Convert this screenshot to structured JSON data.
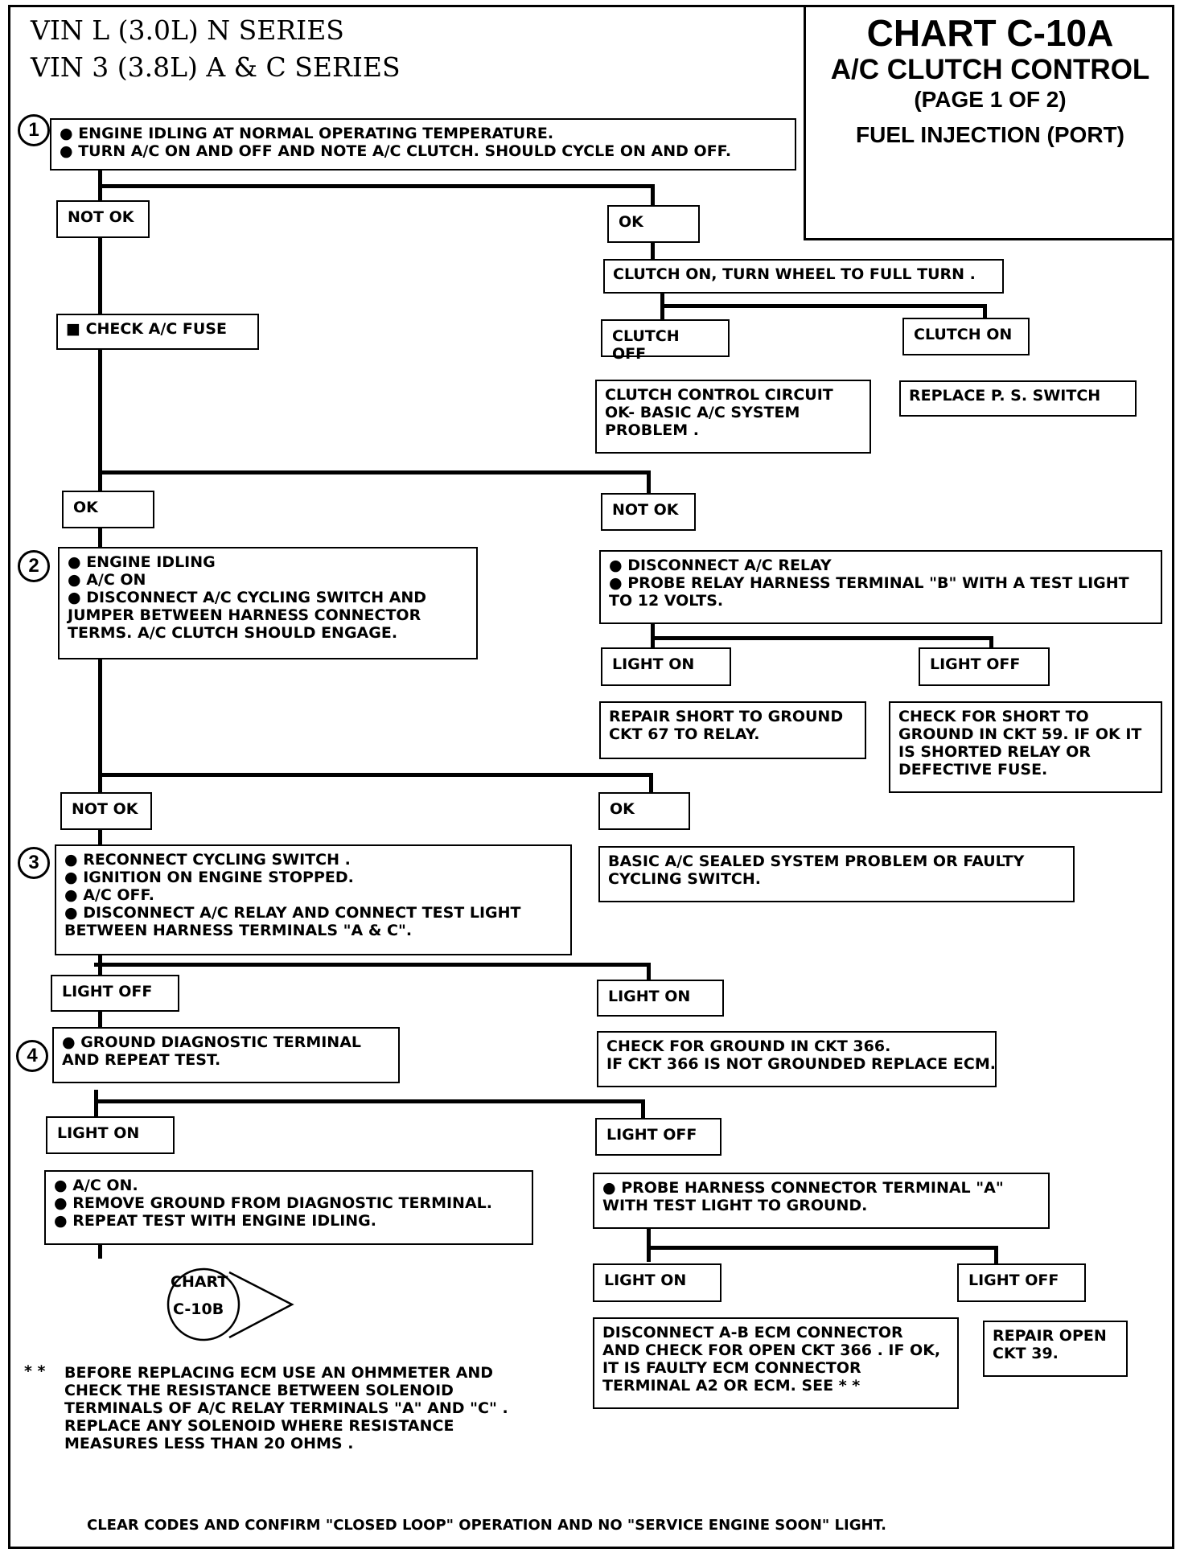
{
  "header": {
    "series_line_1": "VIN  L  (3.0L)  N  SERIES",
    "series_line_2": "VIN  3  (3.8L)  A  &  C  SERIES"
  },
  "chart": {
    "number": "CHART C-10A",
    "name": "A/C CLUTCH CONTROL",
    "page": "(PAGE 1 OF 2)",
    "system": "FUEL INJECTION (PORT)"
  },
  "steps": [
    "1",
    "2",
    "3",
    "4"
  ],
  "nodes": {
    "step1": [
      "● ENGINE IDLING AT NORMAL OPERATING TEMPERATURE.",
      "● TURN A/C ON AND OFF AND NOTE A/C CLUTCH.  SHOULD CYCLE ON AND OFF."
    ],
    "s1_notok": "NOT OK",
    "s1_ok": "OK",
    "clutch_on_turn": "CLUTCH ON, TURN WHEEL TO FULL TURN .",
    "clutch_off": "CLUTCH OFF",
    "clutch_on": "CLUTCH ON",
    "clutch_ok_result": [
      "CLUTCH CONTROL CIRCUIT",
      "OK- BASIC A/C SYSTEM",
      "PROBLEM ."
    ],
    "replace_ps": "REPLACE P. S. SWITCH",
    "check_fuse": "■ CHECK A/C FUSE",
    "fuse_ok": "OK",
    "fuse_notok": "NOT OK",
    "step2": [
      "● ENGINE IDLING",
      "● A/C ON",
      "● DISCONNECT A/C CYCLING SWITCH AND",
      "   JUMPER BETWEEN HARNESS CONNECTOR",
      "   TERMS.  A/C CLUTCH SHOULD ENGAGE."
    ],
    "relay_probe": [
      "● DISCONNECT A/C RELAY",
      "● PROBE RELAY HARNESS TERMINAL \"B\" WITH A TEST LIGHT",
      "   TO 12  VOLTS."
    ],
    "relay_light_on": "LIGHT ON",
    "relay_light_off": "LIGHT OFF",
    "repair_short": [
      "REPAIR SHORT TO GROUND",
      "CKT 67 TO RELAY."
    ],
    "check_short": [
      "CHECK FOR SHORT TO",
      "GROUND IN CKT 59. IF OK IT",
      "IS SHORTED RELAY OR",
      "DEFECTIVE FUSE."
    ],
    "s2_notok": "NOT OK",
    "s2_ok": "OK",
    "basic_sealed": [
      "BASIC A/C SEALED SYSTEM PROBLEM OR FAULTY",
      "CYCLING SWITCH."
    ],
    "step3": [
      "● RECONNECT CYCLING SWITCH .",
      "● IGNITION ON ENGINE STOPPED.",
      "● A/C OFF.",
      "● DISCONNECT A/C RELAY AND CONNECT TEST LIGHT",
      "   BETWEEN HARNESS TERMINALS \"A & C\"."
    ],
    "s3_light_off": "LIGHT OFF",
    "s3_light_on": "LIGHT ON",
    "check_ground_366": [
      "CHECK FOR GROUND IN CKT 366.",
      "IF CKT 366 IS NOT GROUNDED REPLACE ECM."
    ],
    "step4": [
      "● GROUND DIAGNOSTIC TERMINAL",
      "   AND REPEAT TEST."
    ],
    "s4_light_on": "LIGHT ON",
    "s4_light_off": "LIGHT OFF",
    "ac_on_repeat": [
      "● A/C ON.",
      "● REMOVE GROUND FROM DIAGNOSTIC TERMINAL.",
      "● REPEAT TEST WITH ENGINE IDLING."
    ],
    "probe_a": [
      "● PROBE HARNESS CONNECTOR TERMINAL \"A\"",
      "   WITH TEST LIGHT TO GROUND."
    ],
    "probe_light_on": "LIGHT ON",
    "probe_light_off": "LIGHT OFF",
    "disconnect_ecm": [
      "DISCONNECT A-B  ECM CONNECTOR",
      "AND CHECK FOR OPEN CKT 366 . IF OK,",
      "IT IS FAULTY ECM CONNECTOR",
      "TERMINAL A2 OR ECM. SEE  * *"
    ],
    "repair_open": [
      "REPAIR OPEN",
      "CKT 39."
    ],
    "chart_ref": [
      "CHART",
      "C-10B"
    ]
  },
  "footnote": {
    "marker": "* *",
    "lines": [
      "BEFORE REPLACING ECM USE AN OHMMETER AND",
      "CHECK THE RESISTANCE BETWEEN SOLENOID",
      "TERMINALS OF A/C RELAY TERMINALS \"A\" AND \"C\" .",
      "REPLACE ANY SOLENOID WHERE RESISTANCE",
      "MEASURES LESS THAN 20 OHMS ."
    ]
  },
  "footer": "CLEAR CODES AND CONFIRM \"CLOSED LOOP\" OPERATION AND NO \"SERVICE ENGINE SOON\" LIGHT."
}
